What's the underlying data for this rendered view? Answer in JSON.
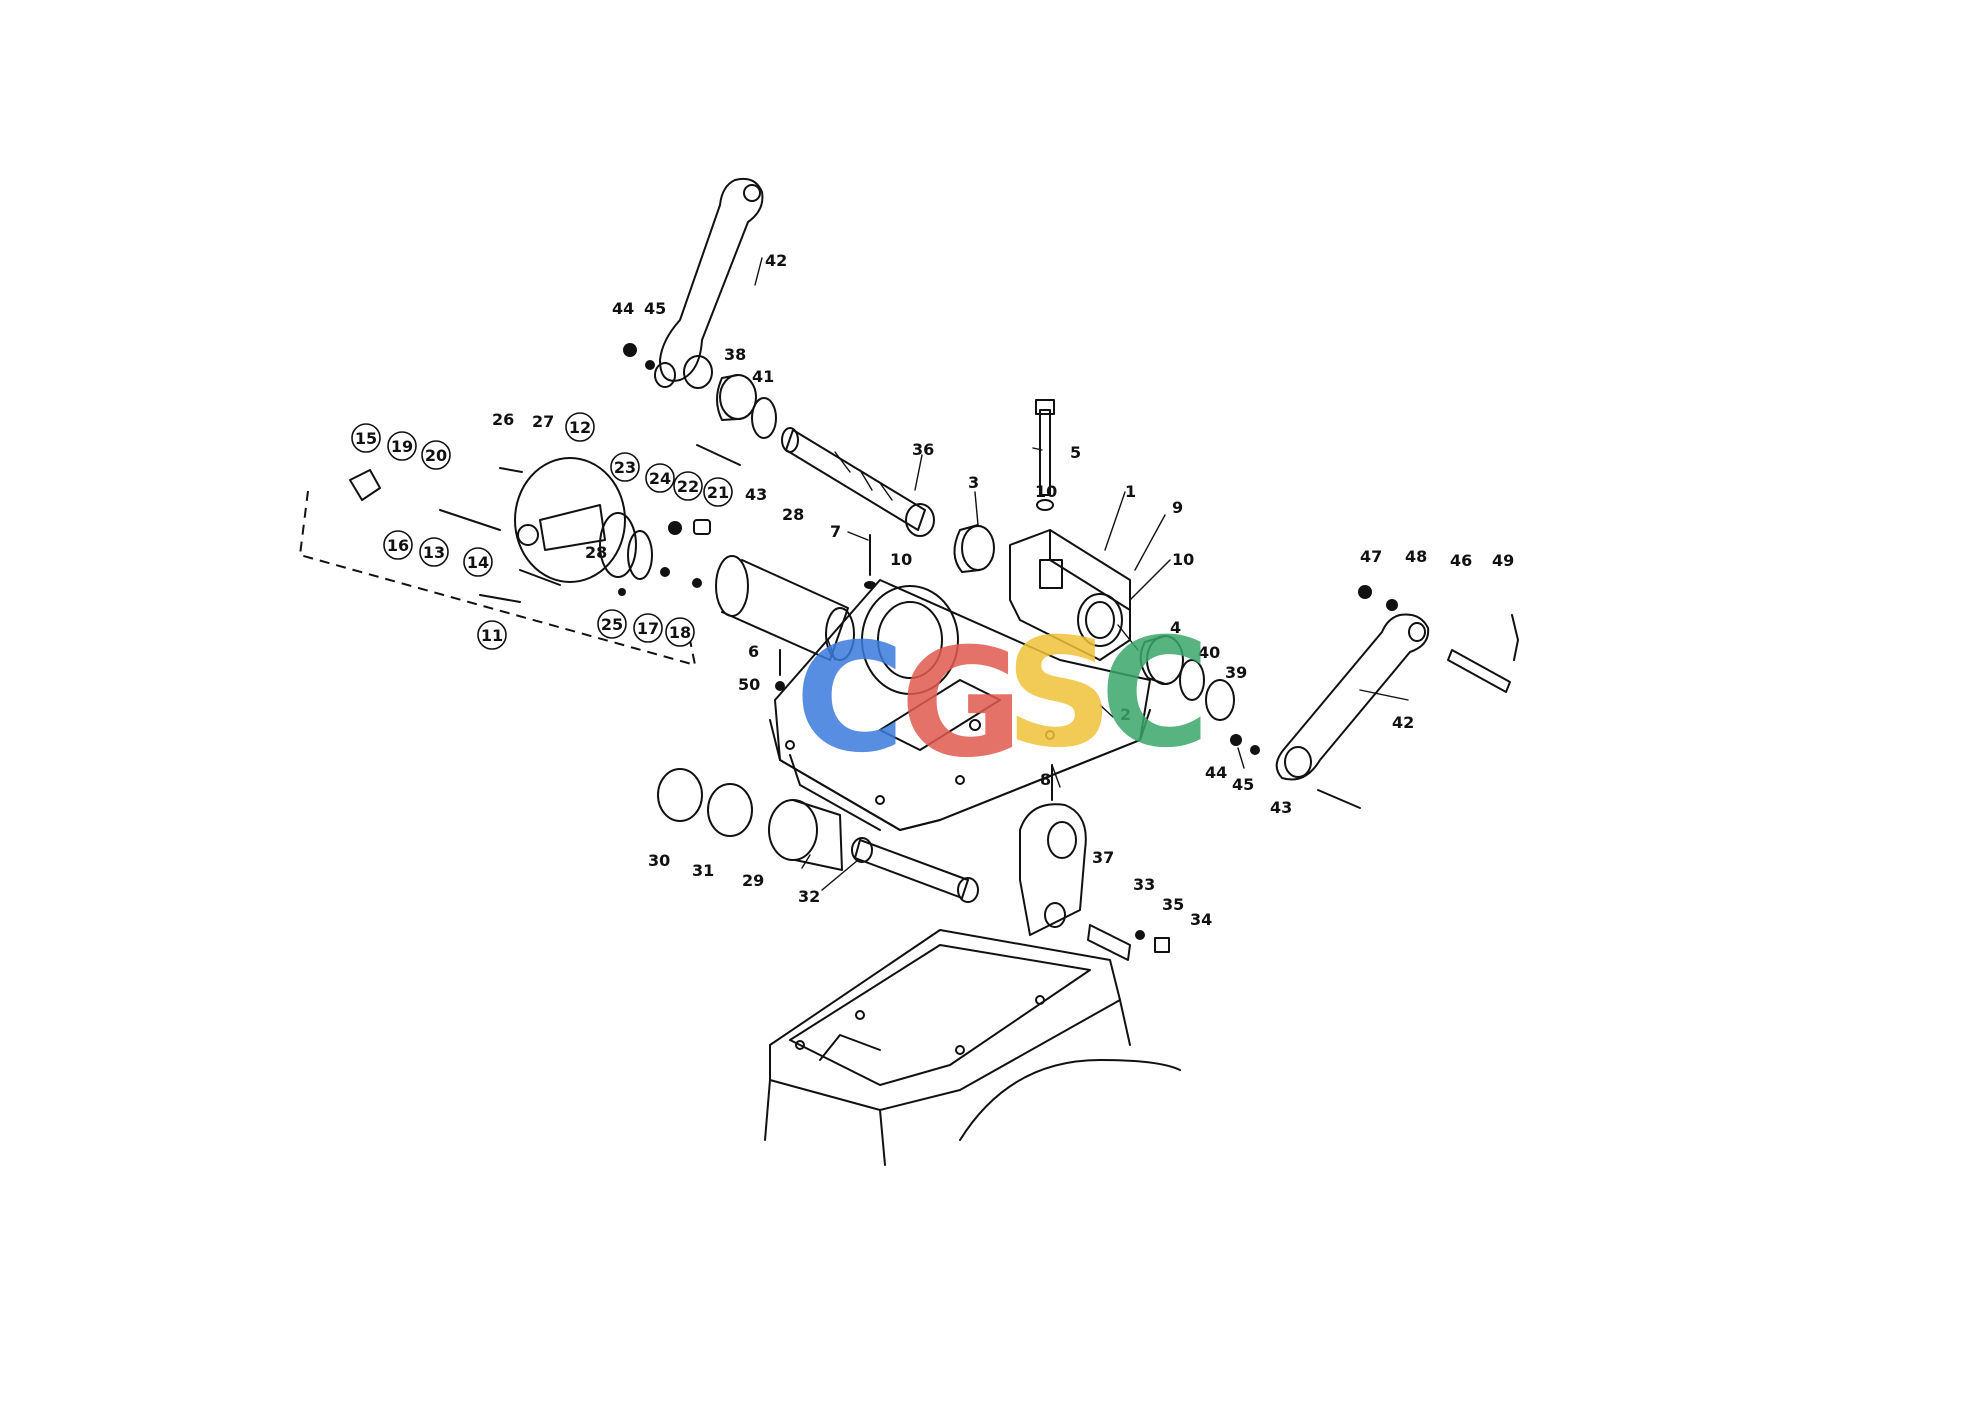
{
  "watermark": {
    "letters": [
      {
        "ch": "C",
        "color": "#3b7bdc"
      },
      {
        "ch": "G",
        "color": "#e05a4e"
      },
      {
        "ch": "S",
        "color": "#f0c23a"
      },
      {
        "ch": "C",
        "color": "#3aa66a"
      }
    ]
  },
  "labels": {
    "l1": "1",
    "l2": "2",
    "l3": "3",
    "l4": "4",
    "l5": "5",
    "l6": "6",
    "l7": "7",
    "l8": "8",
    "l9": "9",
    "l10a": "10",
    "l10b": "10",
    "l10c": "10",
    "l11": "11",
    "l12": "12",
    "l13": "13",
    "l14": "14",
    "l15": "15",
    "l16": "16",
    "l17": "17",
    "l18": "18",
    "l19": "19",
    "l20": "20",
    "l21": "21",
    "l22": "22",
    "l23": "23",
    "l24": "24",
    "l25": "25",
    "l26": "26",
    "l27": "27",
    "l28": "28",
    "l29": "29",
    "l30": "30",
    "l31": "31",
    "l32": "32",
    "l33": "33",
    "l34": "34",
    "l35": "35",
    "l36": "36",
    "l37": "37",
    "l38": "38",
    "l39": "39",
    "l40": "40",
    "l41": "41",
    "l42a": "42",
    "l42b": "42",
    "l43a": "43",
    "l43b": "43",
    "l44a": "44",
    "l44b": "44",
    "l45a": "45",
    "l45b": "45",
    "l46": "46",
    "l47": "47",
    "l48": "48",
    "l49": "49",
    "l50": "50"
  }
}
